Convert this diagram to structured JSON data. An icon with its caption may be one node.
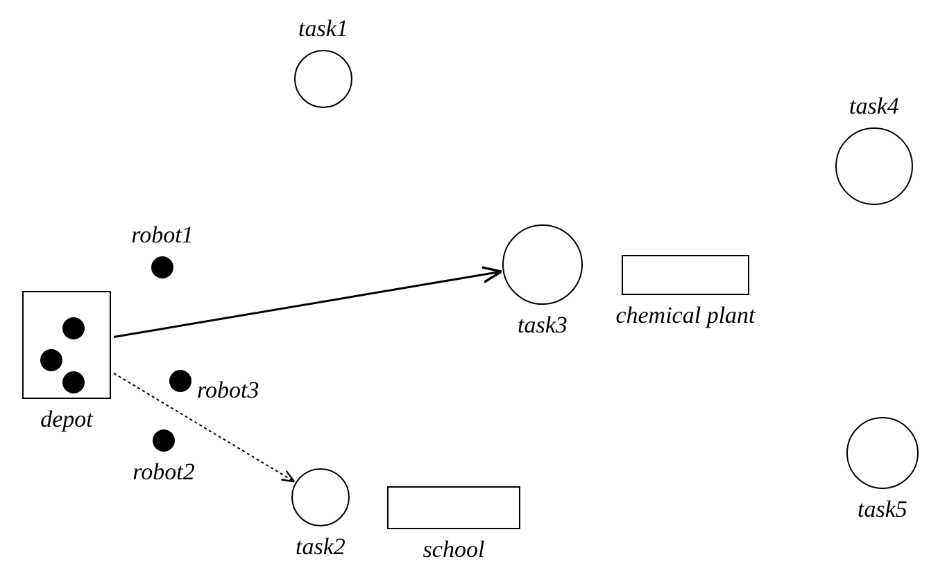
{
  "diagram": {
    "nodes": [
      {
        "text": [
          "task1"
        ]
      },
      {
        "text": [
          "task4"
        ]
      },
      {
        "text": [
          "robot1"
        ]
      },
      {
        "text": [
          "depot"
        ]
      },
      {
        "text": [],
        "shape": "circle",
        "in": 3
      },
      {
        "text": [],
        "shape": "circle",
        "in": 3
      },
      {
        "text": [],
        "shape": "circle",
        "in": 3
      },
      {
        "text": [
          "task3"
        ]
      },
      {
        "text": [
          "chemical plant"
        ]
      },
      {
        "text": [
          "robot3"
        ]
      },
      {
        "text": [
          "robot2"
        ]
      },
      {
        "text": [
          "task5"
        ]
      },
      {
        "text": [
          "task2"
        ]
      },
      {
        "text": [
          "school"
        ]
      }
    ],
    "edges": [
      {
        "from": 3,
        "to": 7,
        "arrow": "to"
      },
      {
        "from": 3,
        "to": 12,
        "arrow": "to",
        "style": "dashed"
      }
    ]
  }
}
